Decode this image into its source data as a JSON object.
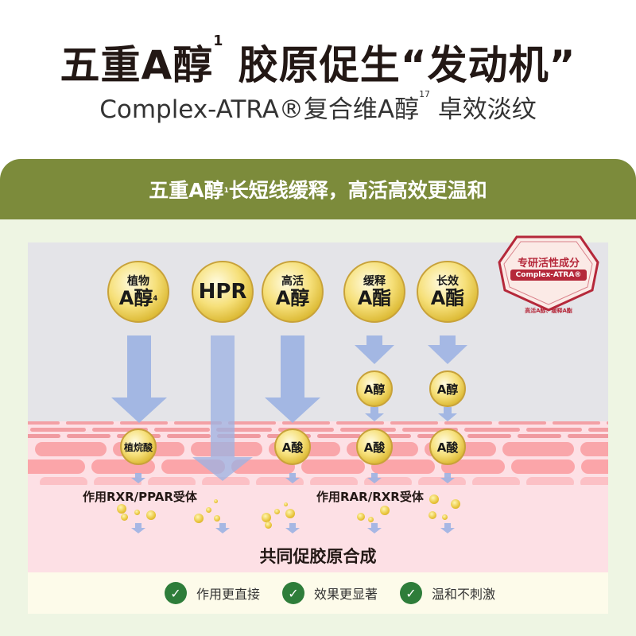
{
  "title": {
    "main_a": "五重A醇",
    "main_sup": "1",
    "main_b": " 胶原促生“发动机”",
    "sub_a": "Complex-ATRA®复合维A醇",
    "sub_sup": "17",
    "sub_b": " 卓效淡纹"
  },
  "banner": {
    "a": "五重A醇",
    "sup": "1",
    "b": "长短线缓释，高活高效更温和"
  },
  "badge": {
    "title": "专研活性成分",
    "name": "Complex-ATRA®",
    "note": "高活A醇、缓释A酯"
  },
  "sources": [
    {
      "top": "植物",
      "bottom": "A醇",
      "sup": "4"
    },
    {
      "top": "",
      "bottom": "HPR",
      "sup": ""
    },
    {
      "top": "高活",
      "bottom": "A醇",
      "sup": ""
    },
    {
      "top": "缓释",
      "bottom": "A酯",
      "sup": ""
    },
    {
      "top": "长效",
      "bottom": "A酯",
      "sup": ""
    }
  ],
  "intermediates": [
    "A醇",
    "A醇"
  ],
  "actives": [
    "植烷酸",
    "A酸",
    "A酸",
    "A酸"
  ],
  "receptors": [
    "作用RXR/PPAR受体",
    "作用RAR/RXR受体"
  ],
  "result": "共同促胶原合成",
  "benefits": [
    "作用更直接",
    "效果更显著",
    "温和不刺激"
  ],
  "colors": {
    "header": "#7c8b3b",
    "arrow": "#9db3e3",
    "skin": "#fde0e5",
    "check": "#2e7d3a",
    "badge": "#b5283a"
  }
}
